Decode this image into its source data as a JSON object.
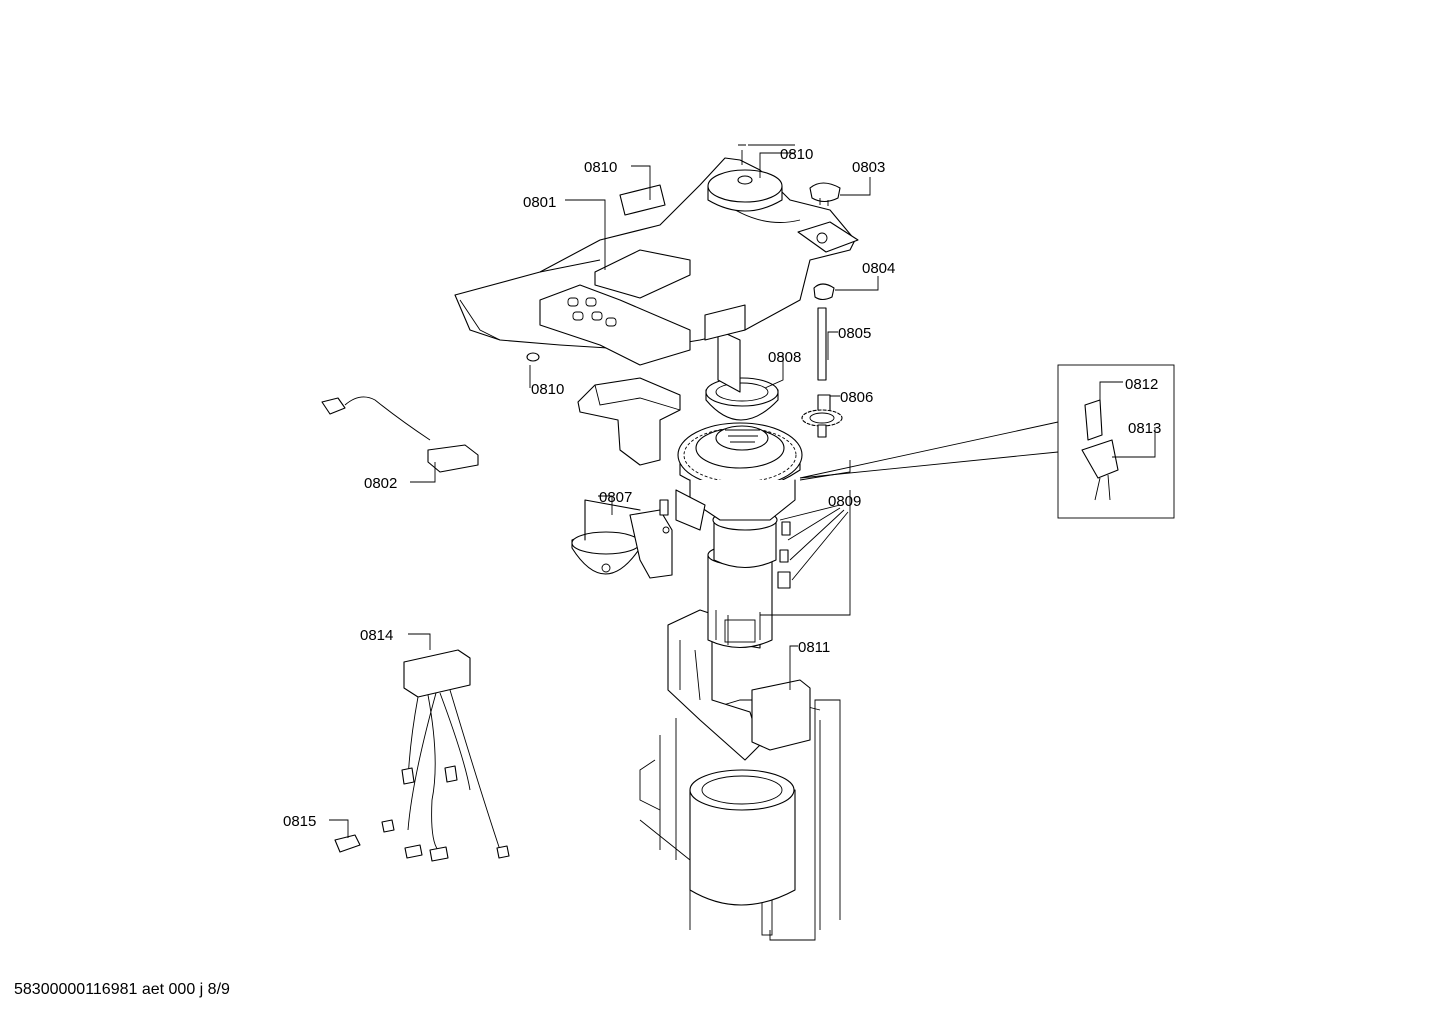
{
  "diagram": {
    "callouts": {
      "c0810_top": "0810",
      "c0810_lid": "0810",
      "c0803": "0803",
      "c0801": "0801",
      "c0804": "0804",
      "c0805": "0805",
      "c0808": "0808",
      "c0810_nut": "0810",
      "c0806": "0806",
      "c0812": "0812",
      "c0813": "0813",
      "c0802": "0802",
      "c0807": "0807",
      "c0809": "0809",
      "c0814": "0814",
      "c0811": "0811",
      "c0815": "0815"
    }
  },
  "footer": {
    "doc_ref": "58300000116981 aet 000 j 8/9"
  }
}
